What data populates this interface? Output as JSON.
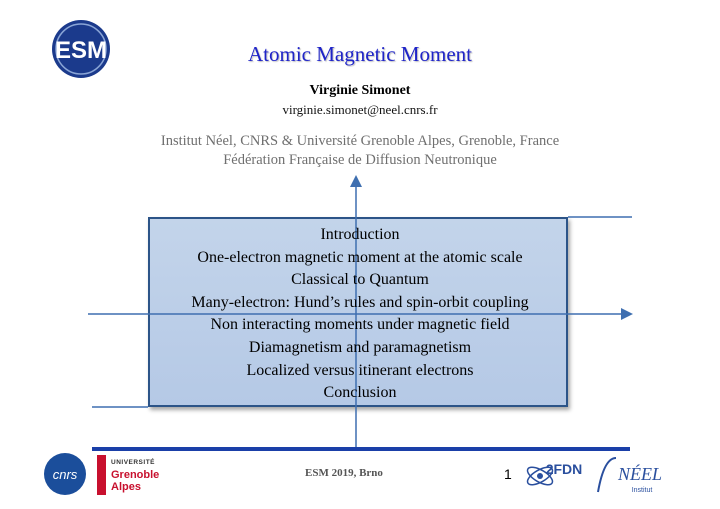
{
  "slide": {
    "title": "Atomic Magnetic Moment",
    "author": "Virginie Simonet",
    "email": "virginie.simonet@neel.cnrs.fr",
    "affiliation_line1": "Institut Néel, CNRS & Université Grenoble Alpes, Grenoble, France",
    "affiliation_line2": "Fédération Française de Diffusion Neutronique",
    "outline": [
      "Introduction",
      "One-electron magnetic moment at the atomic scale",
      "Classical to Quantum",
      "Many-electron: Hund’s rules and spin-orbit coupling",
      "Non interacting moments under magnetic field",
      "Diamagnetism and paramagnetism",
      "Localized versus itinerant electrons",
      "Conclusion"
    ]
  },
  "footer": {
    "event": "ESM 2019, Brno",
    "page_number": "1"
  },
  "logos": {
    "esm": "ESM",
    "cnrs": "cnrs",
    "uga_line1": "UNIVERSITÉ",
    "uga_line2": "Grenoble",
    "uga_line3": "Alpes",
    "fdn": "2FDN",
    "neel": "NÉEL",
    "neel_sub": "Institut"
  },
  "colors": {
    "title": "#1f24c8",
    "box_fill": "#bccfe8",
    "box_border": "#2c5488",
    "axis": "#3f6fb0",
    "footer_rule": "#1a3fa8",
    "uga_red": "#c8102e"
  }
}
